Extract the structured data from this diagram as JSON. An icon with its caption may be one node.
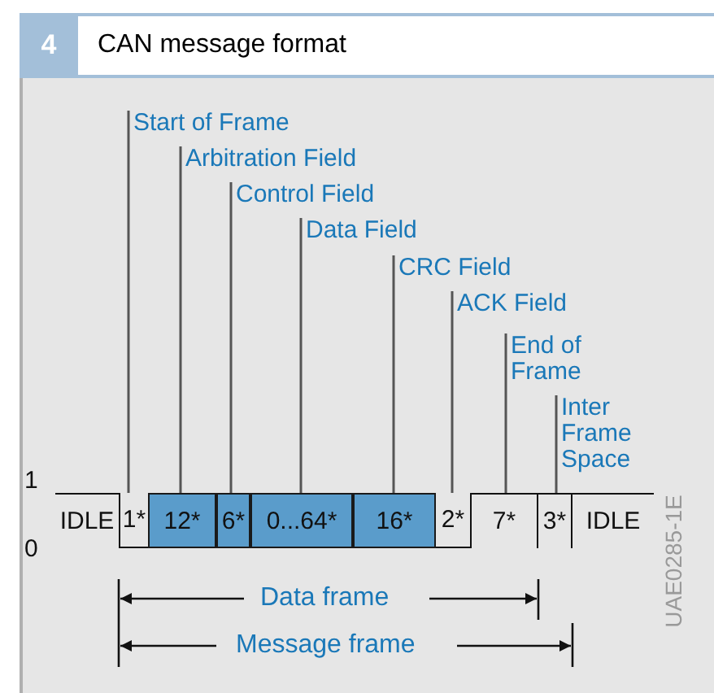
{
  "diagram": {
    "title": "CAN message format",
    "nodes": [
      {
        "text": [
          "Start of Frame"
        ]
      },
      {
        "text": [
          "Arbitration Field"
        ]
      },
      {
        "text": [
          "Control Field"
        ]
      },
      {
        "text": [
          "Data Field"
        ]
      },
      {
        "text": [
          "CRC Field"
        ]
      },
      {
        "text": [
          "ACK Field"
        ]
      },
      {
        "text": [
          "End of Frame"
        ]
      },
      {
        "text": [
          "Inter Frame Space"
        ]
      },
      {
        "text": [
          "IDLE"
        ]
      },
      {
        "text": [
          "1*"
        ]
      },
      {
        "text": [
          "12*"
        ]
      },
      {
        "text": [
          "6*"
        ]
      },
      {
        "text": [
          "0...64*"
        ]
      },
      {
        "text": [
          "16*"
        ]
      },
      {
        "text": [
          "2*"
        ]
      },
      {
        "text": [
          "7*"
        ]
      },
      {
        "text": [
          "3*"
        ]
      },
      {
        "text": [
          "IDLE"
        ]
      }
    ],
    "edges": [
      {
        "from": 0,
        "to": 9,
        "arrow": "none"
      },
      {
        "from": 1,
        "to": 10,
        "arrow": "none"
      },
      {
        "from": 2,
        "to": 11,
        "arrow": "none"
      },
      {
        "from": 3,
        "to": 12,
        "arrow": "none"
      },
      {
        "from": 4,
        "to": 13,
        "arrow": "none"
      },
      {
        "from": 5,
        "to": 14,
        "arrow": "none"
      },
      {
        "from": 6,
        "to": 15,
        "arrow": "none"
      },
      {
        "from": 7,
        "to": 16,
        "arrow": "none"
      }
    ],
    "labels": [
      "4",
      "1",
      "0",
      "Data frame",
      "Message frame",
      "UAE0285-1E"
    ]
  }
}
